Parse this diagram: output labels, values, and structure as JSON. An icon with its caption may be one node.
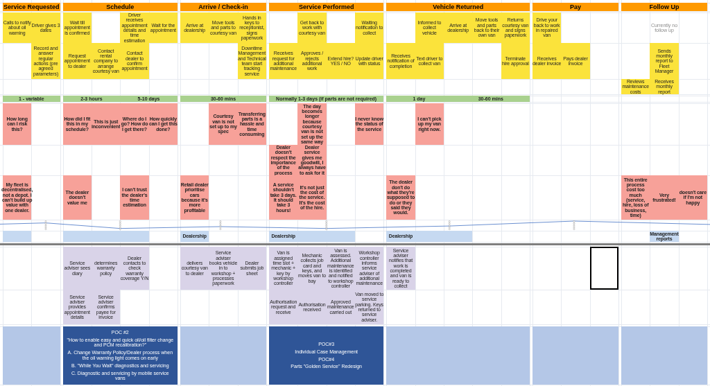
{
  "diagram": {
    "nodes": [
      {
        "text": [
          "Service Requested"
        ]
      },
      {
        "text": [
          "Schedule"
        ]
      },
      {
        "text": [
          "Arrive / Check-in"
        ]
      },
      {
        "text": [
          "Service Performed"
        ]
      },
      {
        "text": [
          "Vehicle Returned"
        ]
      },
      {
        "text": [
          "Pay"
        ]
      },
      {
        "text": [
          "Follow Up"
        ]
      },
      {
        "text": [
          "Calls to notify about oil warning"
        ]
      },
      {
        "text": [
          "Driver gives 3 dates"
        ]
      },
      {
        "text": [
          "Record and answer regular actions (pre agreed parameters)"
        ]
      },
      {
        "text": [
          "Wait till appointment is confirmed"
        ]
      },
      {
        "text": [
          "Driver receives appointment details and time estimation"
        ]
      },
      {
        "text": [
          "Wait for the appointment"
        ]
      },
      {
        "text": [
          "Request appointment to dealer"
        ]
      },
      {
        "text": [
          "Contact rental company to arrange courtesy van"
        ]
      },
      {
        "text": [
          "Contact dealer to confirm appointment"
        ]
      },
      {
        "text": [
          "Arrive at dealership"
        ]
      },
      {
        "text": [
          "Move tools and parts to courtesy van"
        ]
      },
      {
        "text": [
          "Hands in keys to receptionist, signs paperwork"
        ]
      },
      {
        "text": [
          "Downtime Management and Technical team start tracking service"
        ]
      },
      {
        "text": [
          "Get back to work with courtesy van"
        ]
      },
      {
        "text": [
          "Waiting notification to collect"
        ]
      },
      {
        "text": [
          "Receives request for additional maintenance"
        ]
      },
      {
        "text": [
          "Approves / rejects additional work"
        ]
      },
      {
        "text": [
          "Extend hire? YES / NO"
        ]
      },
      {
        "text": [
          "Update driver with status"
        ]
      },
      {
        "text": [
          "Informed to collect vehicle"
        ]
      },
      {
        "text": [
          "Arrive at dealership"
        ]
      },
      {
        "text": [
          "Move tools and parts back to their own van"
        ]
      },
      {
        "text": [
          "Returns courtesy van and signs paperwork"
        ]
      },
      {
        "text": [
          "Receives notification of completion"
        ]
      },
      {
        "text": [
          "Text driver to collect van"
        ]
      },
      {
        "text": [
          "Terminate hire approval"
        ]
      },
      {
        "text": [
          "Drive your back to work in repaired van"
        ]
      },
      {
        "text": [
          "Receives dealer invoice"
        ]
      },
      {
        "text": [
          "Pays dealer invoice"
        ]
      },
      {
        "text": [
          "Sends monthly report to Fleet Manager"
        ]
      },
      {
        "text": [
          "Reviews maintenance costs"
        ]
      },
      {
        "text": [
          "Receives monthly report"
        ]
      },
      {
        "text": [
          "1 - variable"
        ]
      },
      {
        "text": [
          "2-3 hours",
          "5-10 days"
        ]
      },
      {
        "text": [
          "30-60 mins"
        ]
      },
      {
        "text": [
          "Normally 1-3 days (if parts are not required)"
        ]
      },
      {
        "text": [
          "1 day",
          "30-60 mins"
        ]
      },
      {
        "text": [
          "How long can I risk this?"
        ]
      },
      {
        "text": [
          "How did I fit this in my schedule?"
        ]
      },
      {
        "text": [
          "This is just inconvenient"
        ]
      },
      {
        "text": [
          "Where do I go? How do I get there?"
        ]
      },
      {
        "text": [
          "How quickly can I get this done?"
        ]
      },
      {
        "text": [
          "Courtesy van is not set up to my spec"
        ]
      },
      {
        "text": [
          "Transferring parts is a hassle and time consuming"
        ]
      },
      {
        "text": [
          "The day becomes longer because courtesy van is not set up the same way"
        ]
      },
      {
        "text": [
          "I never know the status of the service"
        ]
      },
      {
        "text": [
          "I can't pick up my van right now."
        ]
      },
      {
        "text": [
          "Dealer doesn't respect the importance of the process"
        ]
      },
      {
        "text": [
          "Dealer service gives me goodwill, I always have to ask for it"
        ]
      },
      {
        "text": [
          "My fleet is decentralised, not a depot. I can't build up value with one dealer."
        ]
      },
      {
        "text": [
          "The dealer doesn't value me"
        ]
      },
      {
        "text": [
          "I can't trust the dealer's time estimation"
        ]
      },
      {
        "text": [
          "Retail dealer prioritise cars because it's more profitable"
        ]
      },
      {
        "text": [
          "A service shouldn't take 3 days. It should take 3 hours!"
        ]
      },
      {
        "text": [
          "It's not just the cost of the service. It's the cost of the hire."
        ]
      },
      {
        "text": [
          "The dealer don't do what they're supposed to do or they said they would."
        ]
      },
      {
        "text": [
          "This entire process cost too much (service, hire, loss of business, time)"
        ]
      },
      {
        "text": [
          "Very frustrated!"
        ]
      },
      {
        "text": [
          "doesn't care if I'm not happy"
        ]
      },
      {
        "text": [],
        "shape": "box"
      },
      {
        "text": [],
        "shape": "box"
      },
      {
        "text": [],
        "shape": "box"
      },
      {
        "text": [],
        "shape": "box"
      },
      {
        "text": [
          "Dealership"
        ]
      },
      {
        "text": [
          "Dealership"
        ]
      },
      {
        "text": [],
        "shape": "box"
      },
      {
        "text": [],
        "shape": "box"
      },
      {
        "text": [
          "Dealership"
        ]
      },
      {
        "text": [],
        "shape": "box"
      },
      {
        "text": [],
        "shape": "box"
      },
      {
        "text": [
          "Management reports"
        ]
      },
      {
        "text": [
          "Service adviser sees diary"
        ]
      },
      {
        "text": [
          "determines warranty policy"
        ]
      },
      {
        "text": [
          "Dealer contacts to check warranty coverage Y/N"
        ]
      },
      {
        "text": [
          "delivers courtesy van to dealer"
        ]
      },
      {
        "text": [
          "Service adviser books vehicle in to workshop + processes paperwork"
        ]
      },
      {
        "text": [
          "Dealer submits job sheet"
        ]
      },
      {
        "text": [
          "Van is assigned time slot + mechanic + key by workshop controller"
        ]
      },
      {
        "text": [
          "Mechanic collects job card and keys, and moves van to bay"
        ]
      },
      {
        "text": [
          "Van is assessed. Additional maintenance is identified and notified to workshop controller"
        ]
      },
      {
        "text": [
          "Workshop controller informs service adviser of additional maintenance"
        ]
      },
      {
        "text": [
          "Service adviser notifies that work is completed and van is ready to collect"
        ]
      },
      {
        "text": [
          "Service adviser provides appointment details"
        ]
      },
      {
        "text": [
          "Service adviser confirms payee for invoice"
        ]
      },
      {
        "text": [
          "Authorisation request and receive"
        ]
      },
      {
        "text": [
          "Authorisation received"
        ]
      },
      {
        "text": [
          "Approved maintenance carried out"
        ]
      },
      {
        "text": [
          "Van moved to service parking. Keys returned to service adviser."
        ]
      },
      {
        "text": [],
        "shape": "box"
      },
      {
        "text": [
          "POC #2",
          "\"How to enable easy and quick oil/oil filter change and PCM recalibration?\"",
          "A. Change Warranty Policy/Dealer process when the oil warning light comes on early",
          "B. \"While You Wait\" diagnostics and servicing",
          "C. Diagnostic and servicing by mobile service vans"
        ]
      },
      {
        "text": [],
        "shape": "box"
      },
      {
        "text": [
          "POC#3",
          "Individual Case Management",
          "POC#4",
          "Parts \"Golden Service\" Redesign"
        ]
      },
      {
        "text": [],
        "shape": "box"
      },
      {
        "text": [],
        "shape": "box"
      },
      {
        "text": [],
        "shape": "box"
      }
    ],
    "labels": [
      "Currently no follow up"
    ]
  }
}
